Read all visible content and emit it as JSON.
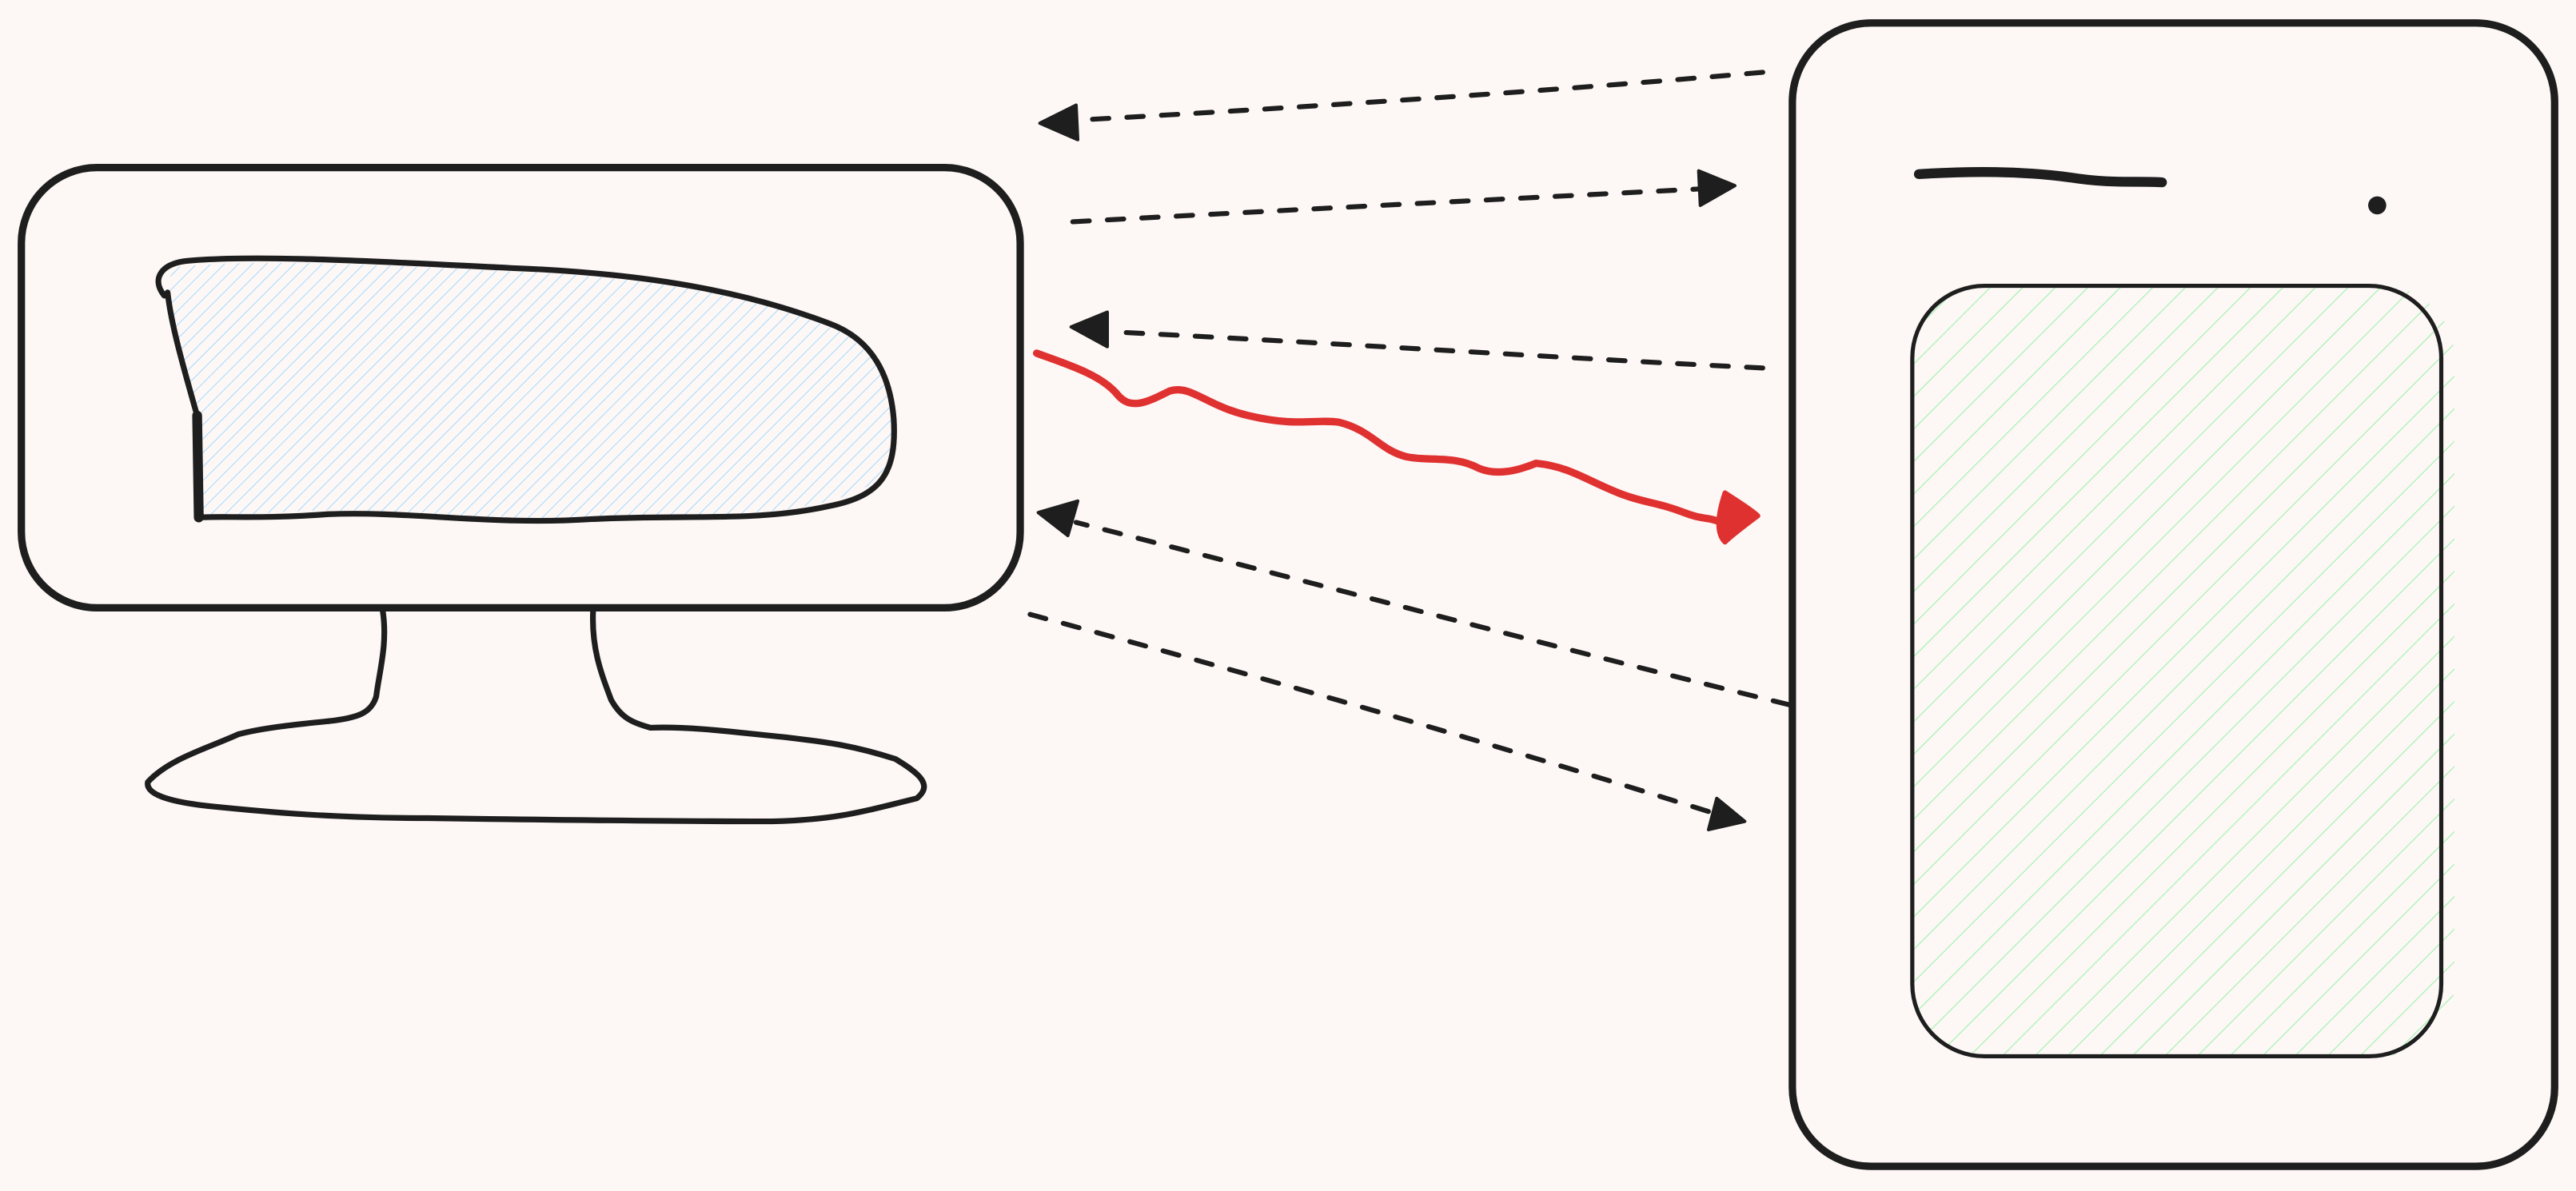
{
  "canvas": {
    "background": "#fdf8f6"
  },
  "colors": {
    "ink": "#1e1e1e",
    "accent_red": "#e03131",
    "monitor_fill": "#a5d8ff",
    "phone_fill": "#b2f2bb"
  },
  "diagram": {
    "nodes": [
      {
        "id": "monitor",
        "icon": "desktop-monitor-icon"
      },
      {
        "id": "phone",
        "icon": "mobile-phone-icon"
      }
    ],
    "connections": [
      {
        "from": "phone",
        "to": "monitor",
        "style": "dashed"
      },
      {
        "from": "monitor",
        "to": "phone",
        "style": "dashed"
      },
      {
        "from": "phone",
        "to": "monitor",
        "style": "dashed"
      },
      {
        "from": "monitor",
        "to": "phone",
        "style": "freehand",
        "color": "accent_red"
      },
      {
        "from": "phone",
        "to": "monitor",
        "style": "dashed"
      },
      {
        "from": "monitor",
        "to": "phone",
        "style": "dashed"
      }
    ]
  }
}
